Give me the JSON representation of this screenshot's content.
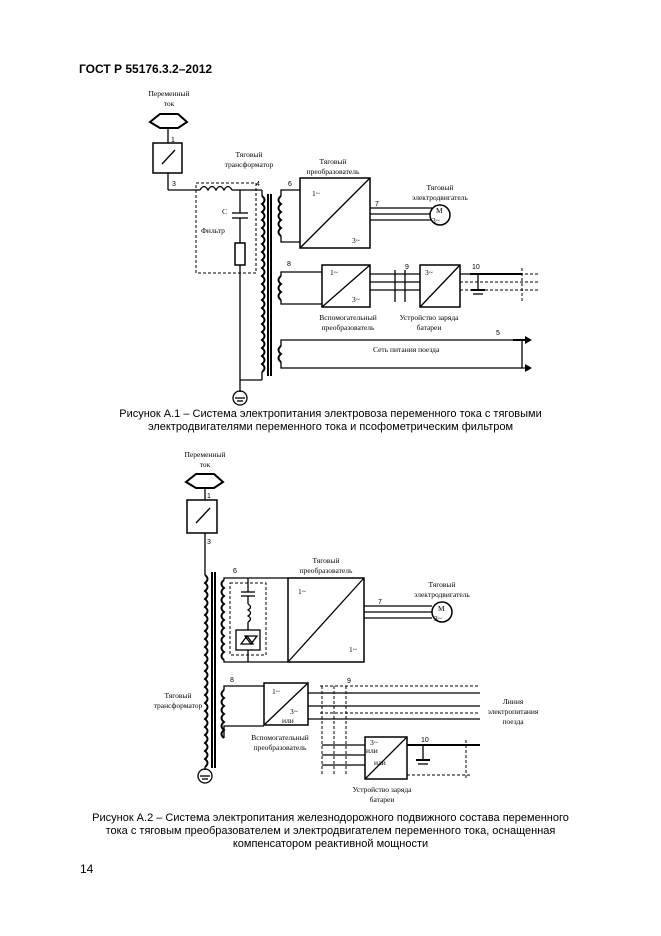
{
  "header": {
    "standard": "ГОСТ Р 55176.3.2–2012"
  },
  "page_number": "14",
  "figure1": {
    "caption_line1": "Рисунок А.1 – Система электропитания электровоза переменного тока с тяговыми",
    "caption_line2": "электродвигателями переменного тока и псофометрическим фильтром",
    "labels": {
      "ac_line1": "Переменный",
      "ac_line2": "ток",
      "transformer_line1": "Тяговый",
      "transformer_line2": "трансформатор",
      "converter_line1": "Тяговый",
      "converter_line2": "преобразователь",
      "motor_line1": "Тяговый",
      "motor_line2": "электродвигатель",
      "capacitor": "C",
      "filter": "Фильтр",
      "aux_line1": "Вспомогательный",
      "aux_line2": "преобразователь",
      "charger_line1": "Устройство заряда",
      "charger_line2": "батареи",
      "train_supply": "Сеть питания поезда",
      "motor_m": "M",
      "motor_phase": "3~",
      "conv_in": "1~",
      "conv_out": "3~",
      "aux_in": "1~",
      "aux_out": "3~",
      "chg_in": "3~"
    },
    "numbers": [
      "1",
      "3",
      "4",
      "6",
      "7",
      "8",
      "9",
      "10",
      "5"
    ]
  },
  "figure2": {
    "caption_line1": "Рисунок А.2 – Система электропитания железнодорожного подвижного состава переменного",
    "caption_line2": "тока с тяговым преобразователем и электродвигателем переменного тока, оснащенная",
    "caption_line3": "компенсатором реактивной мощности",
    "labels": {
      "ac_line1": "Переменный",
      "ac_line2": "ток",
      "converter_line1": "Тяговый",
      "converter_line2": "преобразователь",
      "motor_line1": "Тяговый",
      "motor_line2": "электродвигатель",
      "transformer_line1": "Тяговый",
      "transformer_line2": "трансформатор",
      "aux_line1": "Вспомогательный",
      "aux_line2": "преобразователь",
      "line_line1": "Линия",
      "line_line2": "электропитания",
      "line_line3": "поезда",
      "charger_line1": "Устройство заряда",
      "charger_line2": "батареи",
      "motor_m": "M",
      "motor_phase": "3~",
      "conv_in": "1~",
      "conv_out": "1~",
      "aux_in": "1~",
      "aux_out": "3~",
      "or1": "или",
      "chg_in_a": "3~",
      "chg_in_b": "или",
      "or2": "или"
    },
    "numbers": [
      "1",
      "3",
      "6",
      "7",
      "8",
      "9",
      "10"
    ]
  }
}
